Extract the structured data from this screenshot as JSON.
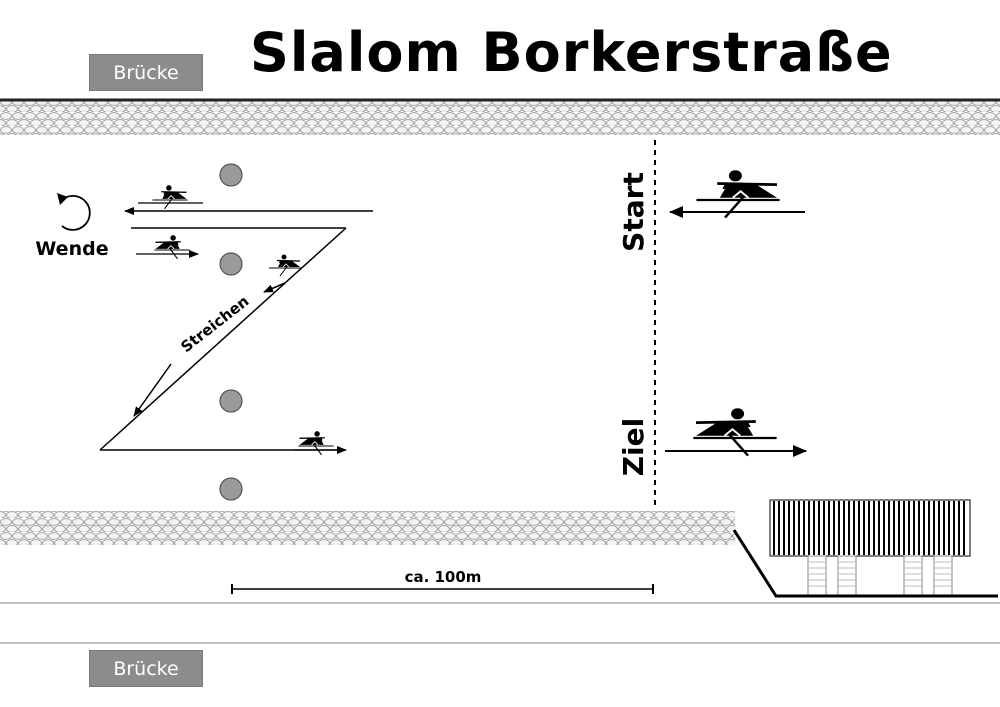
{
  "title": "Slalom Borkerstraße",
  "bridge_top_label": "Brücke",
  "bridge_bottom_label": "Brücke",
  "labels": {
    "start": "Start",
    "finish": "Ziel",
    "turn": "Wende",
    "backpaddle": "Streichen",
    "distance": "ca. 100m"
  },
  "colors": {
    "buoy": "#9a9a9a",
    "bridge": "#8c8c8c",
    "ink": "#000000",
    "bank_stone": "#f2f2f2"
  },
  "icons": [
    "rower-icon",
    "buoy-icon",
    "turn-arrow-icon",
    "boathouse-icon"
  ]
}
